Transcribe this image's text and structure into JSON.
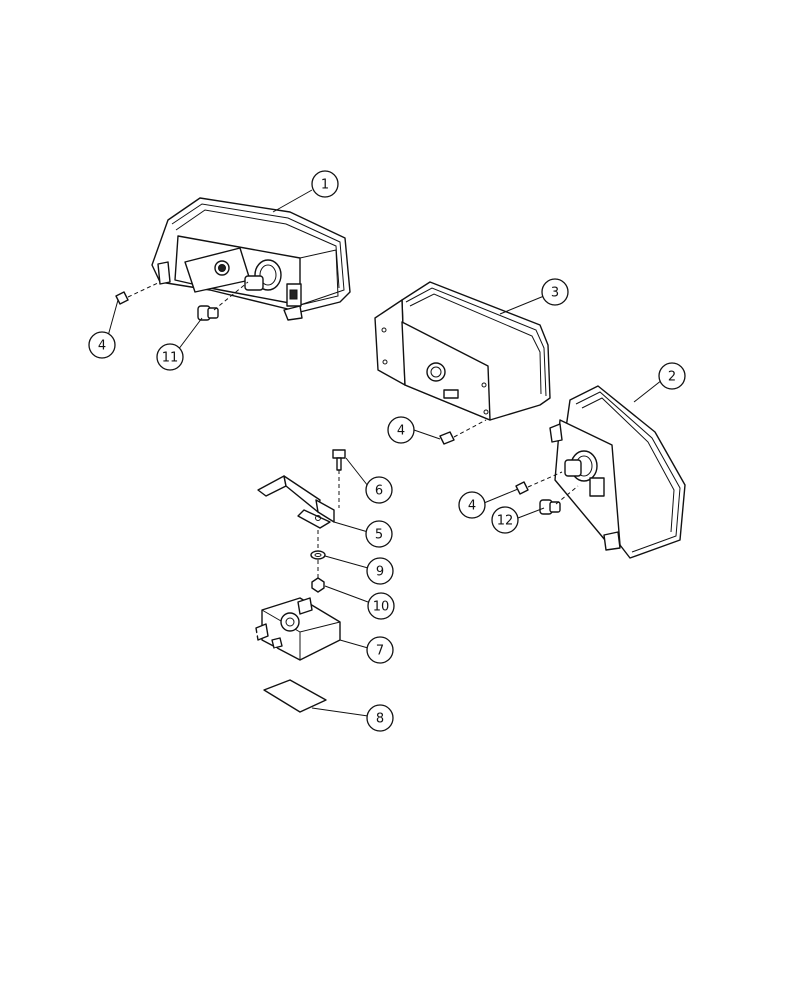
{
  "callouts": [
    {
      "id": "c1",
      "label": "1"
    },
    {
      "id": "c2",
      "label": "2"
    },
    {
      "id": "c3",
      "label": "3"
    },
    {
      "id": "c4a",
      "label": "4"
    },
    {
      "id": "c4b",
      "label": "4"
    },
    {
      "id": "c4c",
      "label": "4"
    },
    {
      "id": "c5",
      "label": "5"
    },
    {
      "id": "c6",
      "label": "6"
    },
    {
      "id": "c7",
      "label": "7"
    },
    {
      "id": "c8",
      "label": "8"
    },
    {
      "id": "c9",
      "label": "9"
    },
    {
      "id": "c10",
      "label": "10"
    },
    {
      "id": "c11",
      "label": "11"
    },
    {
      "id": "c12",
      "label": "12"
    }
  ]
}
